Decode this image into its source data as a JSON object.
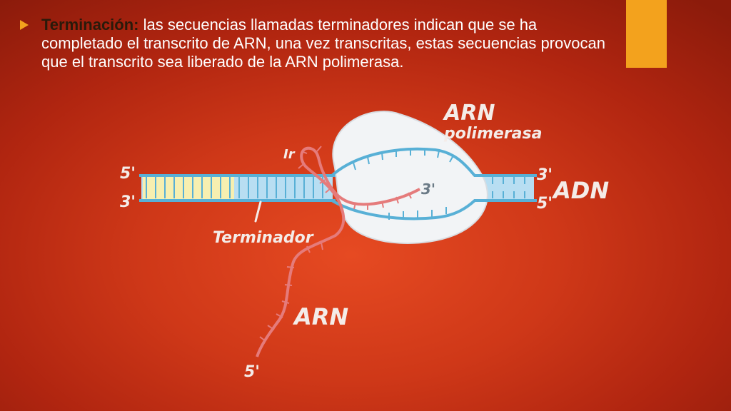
{
  "slide": {
    "bullet_term": "Terminación:",
    "bullet_text": " las secuencias llamadas terminadores indican que se ha completado el transcrito de ARN, una vez transcritas, estas secuencias provocan que el transcrito sea liberado de la ARN polimerasa."
  },
  "diagram": {
    "label_5prime_top": "5'",
    "label_3prime_bottom": "3'",
    "label_3prime_right_top": "3'",
    "label_5prime_right_bottom": "5'",
    "label_adn": "ADN",
    "label_polymerase_line1": "ARN",
    "label_polymerase_line2": "polimerasa",
    "label_terminator": "Terminador",
    "label_arn": "ARN",
    "label_rna_5prime": "5'",
    "label_rna_3prime": "3'",
    "label_hairpin": "Ir"
  },
  "colors": {
    "background": "#cf3818",
    "accent": "#f3a21d",
    "dna_strand": "#58b0d6",
    "dna_fill": "#b8def2",
    "terminator_fill": "#f7efb0",
    "rna_strand": "#e57b7b",
    "polymerase": "#f2f4f6"
  }
}
